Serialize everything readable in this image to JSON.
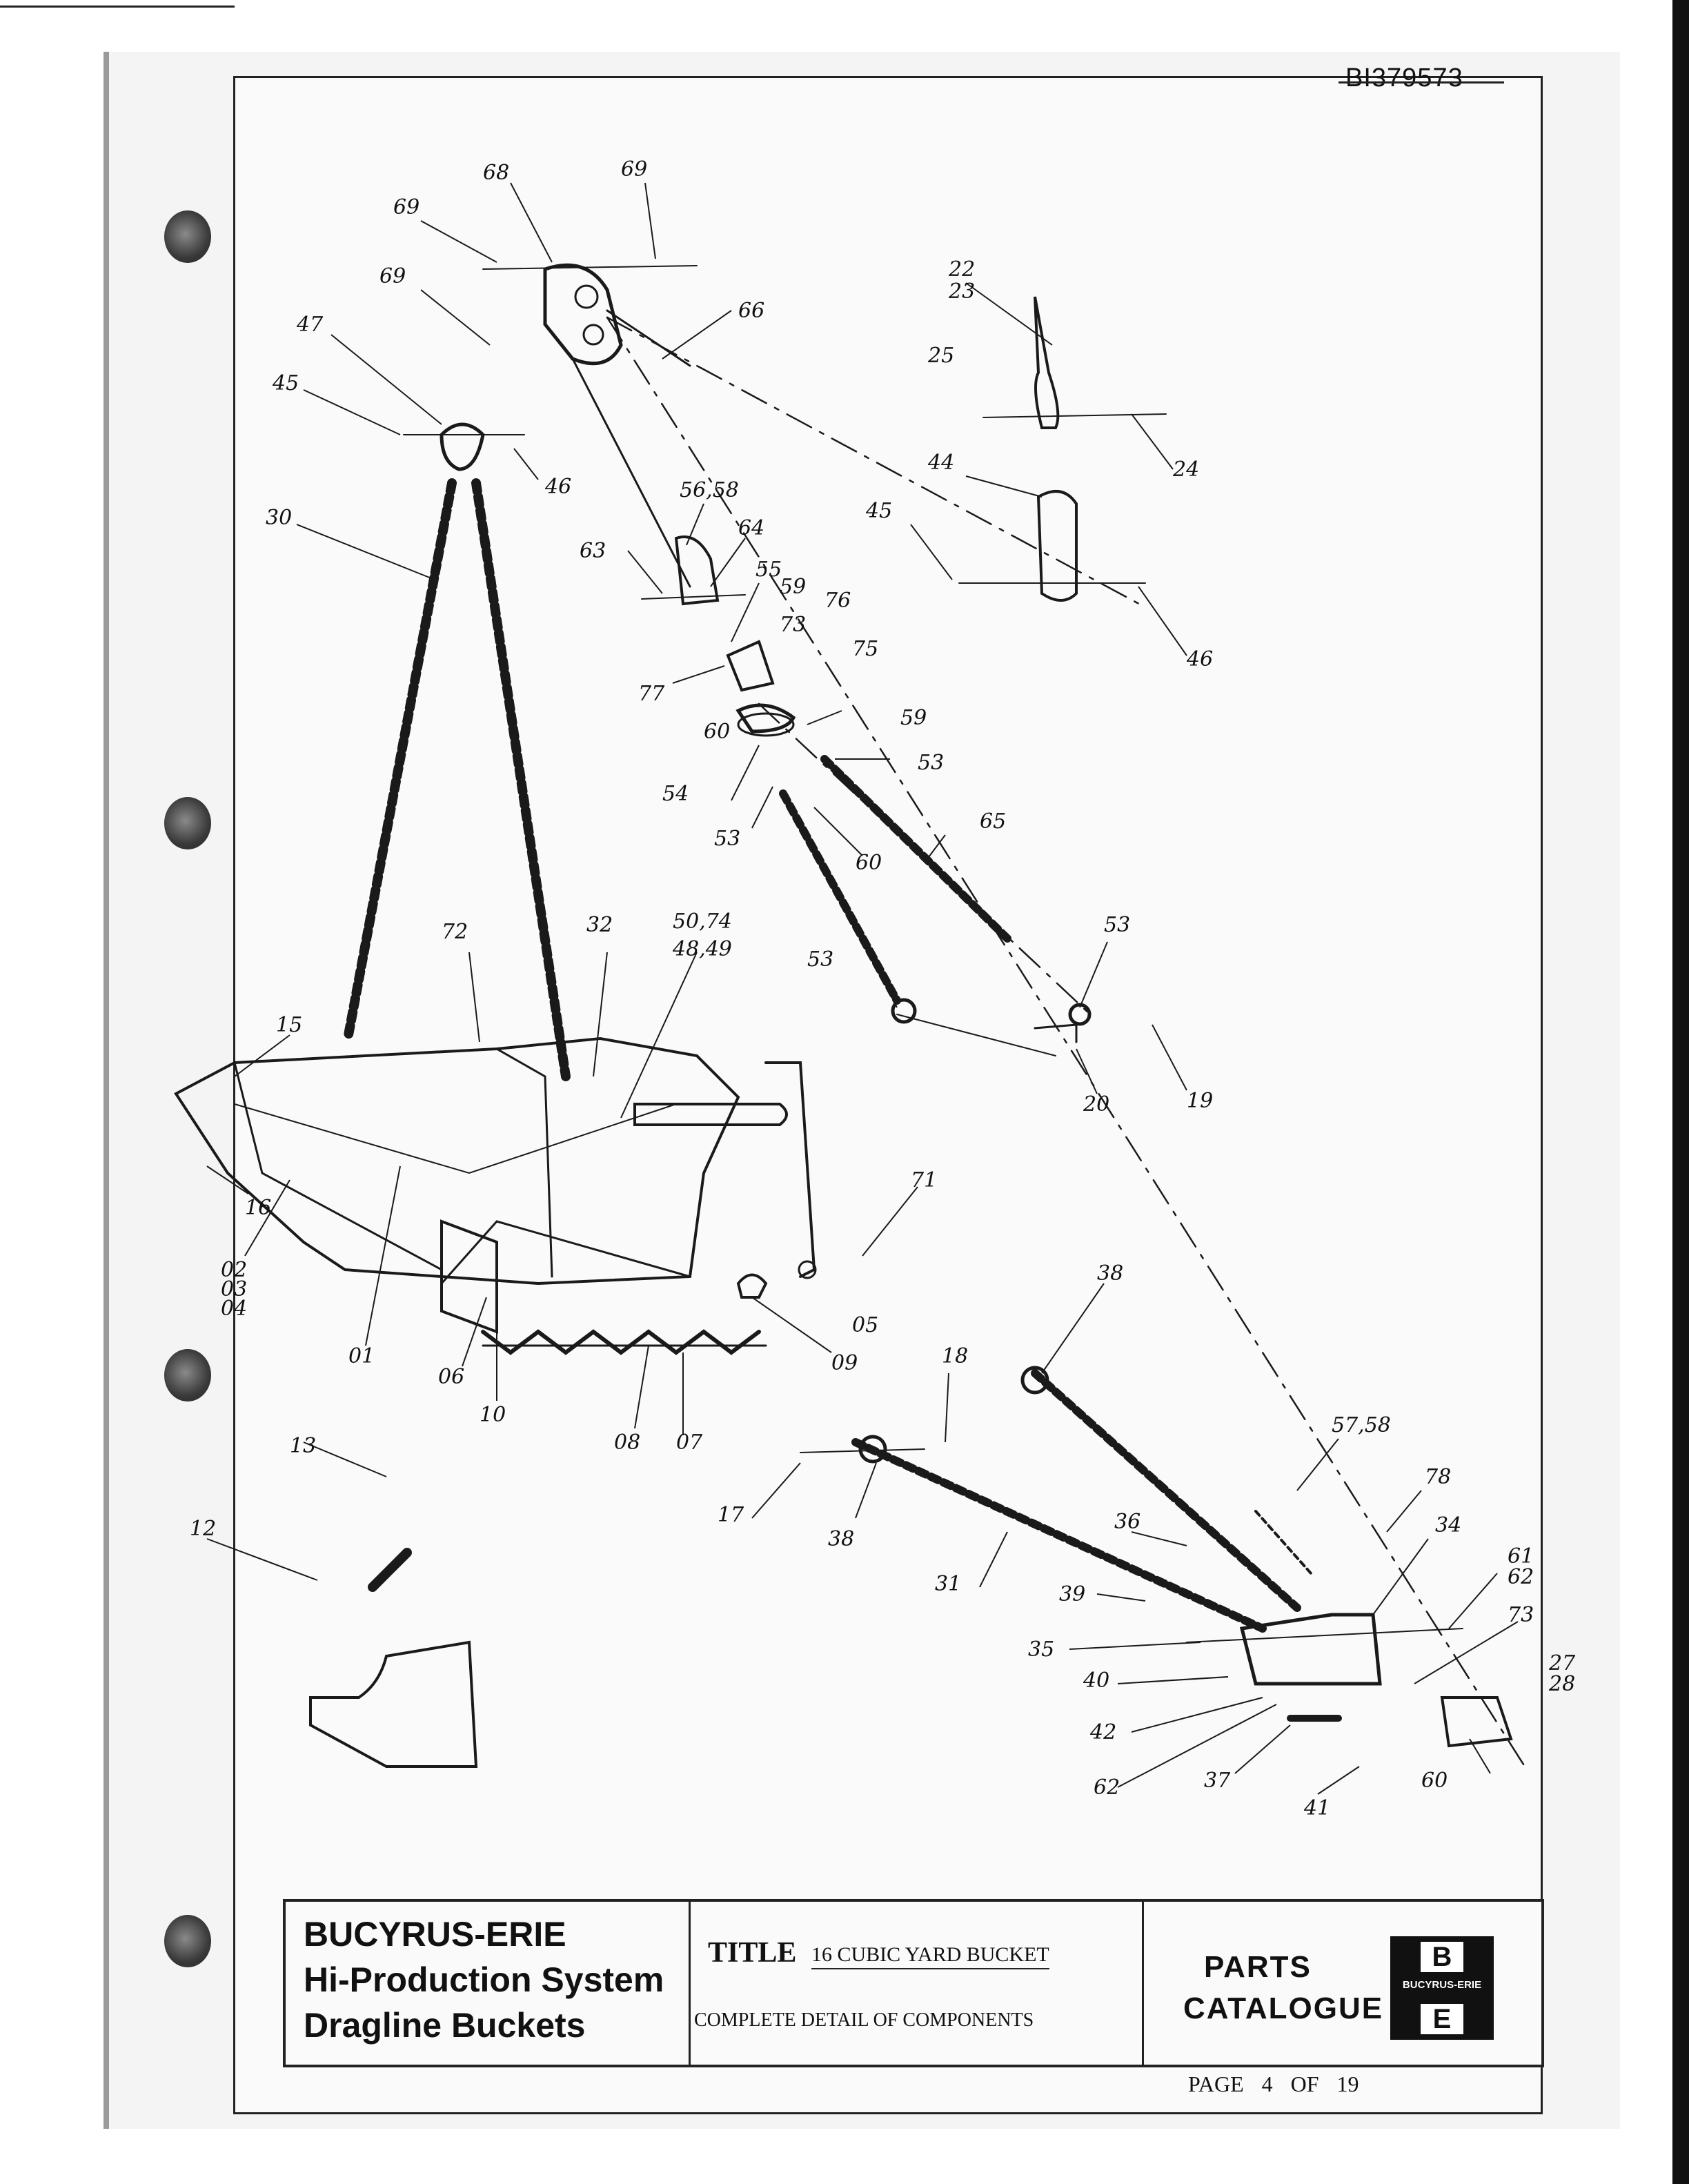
{
  "document": {
    "number": "BI379573"
  },
  "callouts": [
    {
      "id": "c-68",
      "text": "68"
    },
    {
      "id": "c-69a",
      "text": "69"
    },
    {
      "id": "c-69b",
      "text": "69"
    },
    {
      "id": "c-69c",
      "text": "69"
    },
    {
      "id": "c-66",
      "text": "66"
    },
    {
      "id": "c-47",
      "text": "47"
    },
    {
      "id": "c-45a",
      "text": "45"
    },
    {
      "id": "c-46a",
      "text": "46"
    },
    {
      "id": "c-30",
      "text": "30"
    },
    {
      "id": "c-5658a",
      "text": "56,58"
    },
    {
      "id": "c-63",
      "text": "63"
    },
    {
      "id": "c-64",
      "text": "64"
    },
    {
      "id": "c-55",
      "text": "55"
    },
    {
      "id": "c-59a",
      "text": "59"
    },
    {
      "id": "c-73a",
      "text": "73"
    },
    {
      "id": "c-76",
      "text": "76"
    },
    {
      "id": "c-75",
      "text": "75"
    },
    {
      "id": "c-77",
      "text": "77"
    },
    {
      "id": "c-60a",
      "text": "60"
    },
    {
      "id": "c-59b",
      "text": "59"
    },
    {
      "id": "c-53a",
      "text": "53"
    },
    {
      "id": "c-54",
      "text": "54"
    },
    {
      "id": "c-53b",
      "text": "53"
    },
    {
      "id": "c-60b",
      "text": "60"
    },
    {
      "id": "c-65",
      "text": "65"
    },
    {
      "id": "c-2223",
      "text": "22\n23"
    },
    {
      "id": "c-25",
      "text": "25"
    },
    {
      "id": "c-24",
      "text": "24"
    },
    {
      "id": "c-44",
      "text": "44"
    },
    {
      "id": "c-45b",
      "text": "45"
    },
    {
      "id": "c-46b",
      "text": "46"
    },
    {
      "id": "c-72",
      "text": "72"
    },
    {
      "id": "c-32",
      "text": "32"
    },
    {
      "id": "c-5074",
      "text": "50,74"
    },
    {
      "id": "c-4849",
      "text": "48,49"
    },
    {
      "id": "c-53c",
      "text": "53"
    },
    {
      "id": "c-53d",
      "text": "53"
    },
    {
      "id": "c-20",
      "text": "20"
    },
    {
      "id": "c-19",
      "text": "19"
    },
    {
      "id": "c-15",
      "text": "15"
    },
    {
      "id": "c-16",
      "text": "16"
    },
    {
      "id": "c-02",
      "text": "02"
    },
    {
      "id": "c-03",
      "text": "03"
    },
    {
      "id": "c-04",
      "text": "04"
    },
    {
      "id": "c-01",
      "text": "01"
    },
    {
      "id": "c-06",
      "text": "06"
    },
    {
      "id": "c-10",
      "text": "10"
    },
    {
      "id": "c-08",
      "text": "08"
    },
    {
      "id": "c-07",
      "text": "07"
    },
    {
      "id": "c-09",
      "text": "09"
    },
    {
      "id": "c-05",
      "text": "05"
    },
    {
      "id": "c-71",
      "text": "71"
    },
    {
      "id": "c-38a",
      "text": "38"
    },
    {
      "id": "c-18",
      "text": "18"
    },
    {
      "id": "c-17",
      "text": "17"
    },
    {
      "id": "c-38b",
      "text": "38"
    },
    {
      "id": "c-31",
      "text": "31"
    },
    {
      "id": "c-5758",
      "text": "57,58"
    },
    {
      "id": "c-78",
      "text": "78"
    },
    {
      "id": "c-36",
      "text": "36"
    },
    {
      "id": "c-34",
      "text": "34"
    },
    {
      "id": "c-6162",
      "text": "61\n62"
    },
    {
      "id": "c-39",
      "text": "39"
    },
    {
      "id": "c-35",
      "text": "35"
    },
    {
      "id": "c-73b",
      "text": "73"
    },
    {
      "id": "c-40",
      "text": "40"
    },
    {
      "id": "c-2728",
      "text": "27\n28"
    },
    {
      "id": "c-42",
      "text": "42"
    },
    {
      "id": "c-62",
      "text": "62"
    },
    {
      "id": "c-37",
      "text": "37"
    },
    {
      "id": "c-60c",
      "text": "60"
    },
    {
      "id": "c-41",
      "text": "41"
    },
    {
      "id": "c-13",
      "text": "13"
    },
    {
      "id": "c-12",
      "text": "12"
    }
  ],
  "title_block": {
    "company": [
      "BUCYRUS-ERIE",
      "Hi-Production System",
      "Dragline Buckets"
    ],
    "title_label": "TITLE",
    "title_value": "16 CUBIC YARD BUCKET",
    "title_detail": "COMPLETE DETAIL OF COMPONENTS",
    "catalogue": [
      "PARTS",
      "CATALOGUE"
    ],
    "logo": {
      "top_letter": "B",
      "name": "BUCYRUS-ERIE",
      "bottom_letter": "E"
    }
  },
  "page": {
    "label": "PAGE",
    "number": "4",
    "of_label": "OF",
    "total": "19"
  }
}
